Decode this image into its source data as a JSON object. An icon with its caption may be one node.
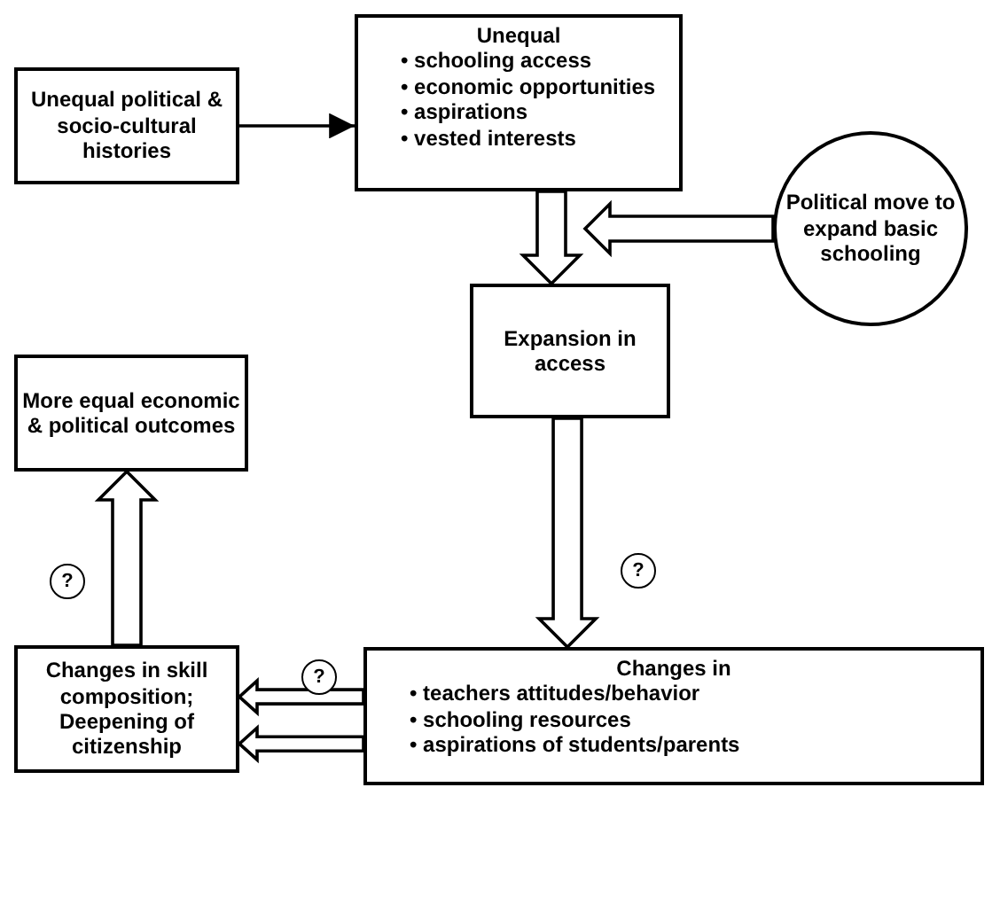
{
  "diagram": {
    "nodes": [
      {
        "text": [
          "Unequal political & socio-cultural histories"
        ]
      },
      {
        "text": [
          "Unequal",
          "• schooling access",
          "• economic opportunities",
          "• aspirations",
          "• vested interests"
        ]
      },
      {
        "text": [
          "Political move to expand basic schooling"
        ]
      },
      {
        "text": [
          "Expansion in access"
        ]
      },
      {
        "text": [
          "More equal economic & political outcomes"
        ]
      },
      {
        "text": [
          "Changes in skill composition; Deepening of citizenship"
        ]
      },
      {
        "text": [
          "Changes in",
          "• teachers attitudes/behavior",
          "• schooling resources",
          "• aspirations of students/parents"
        ]
      }
    ],
    "edges": [
      {
        "from": 0,
        "to": 1,
        "arrow": "to"
      },
      {
        "from": 1,
        "to": 3,
        "arrow": "to",
        "style": "thick"
      },
      {
        "from": 2,
        "to": null,
        "arrow": "to",
        "style": "thick"
      },
      {
        "from": 3,
        "to": 6,
        "arrow": "to",
        "style": "thick"
      },
      {
        "from": 6,
        "to": 5,
        "arrow": "to",
        "style": "thick"
      },
      {
        "from": 6,
        "to": 5,
        "arrow": "to",
        "style": "thick"
      },
      {
        "from": 5,
        "to": 4,
        "arrow": "to",
        "style": "thick"
      }
    ],
    "labels": [
      "?",
      "?",
      "?"
    ]
  }
}
